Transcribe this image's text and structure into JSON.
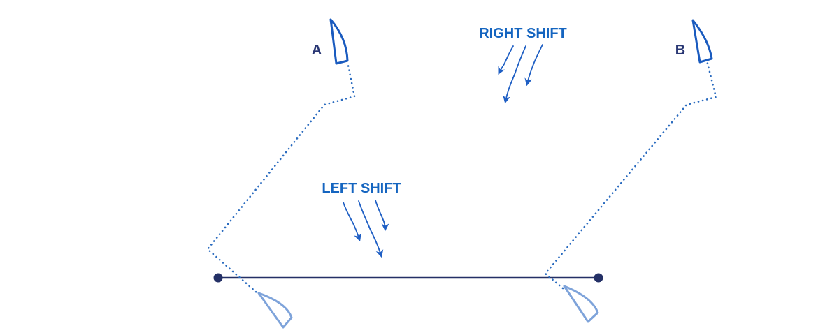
{
  "labels": {
    "right_shift": "RIGHT SHIFT",
    "left_shift": "LEFT SHIFT",
    "boat_a": "A",
    "boat_b": "B"
  },
  "colors": {
    "label_blue": "#1565c0",
    "boat_letter": "#283673",
    "boat_outline_dark": "#1a5bbf",
    "boat_outline_light": "#7ea3da",
    "track_dots": "#2a6bbf",
    "start_line": "#243066",
    "wind_arrows": "#1f5fc4"
  }
}
